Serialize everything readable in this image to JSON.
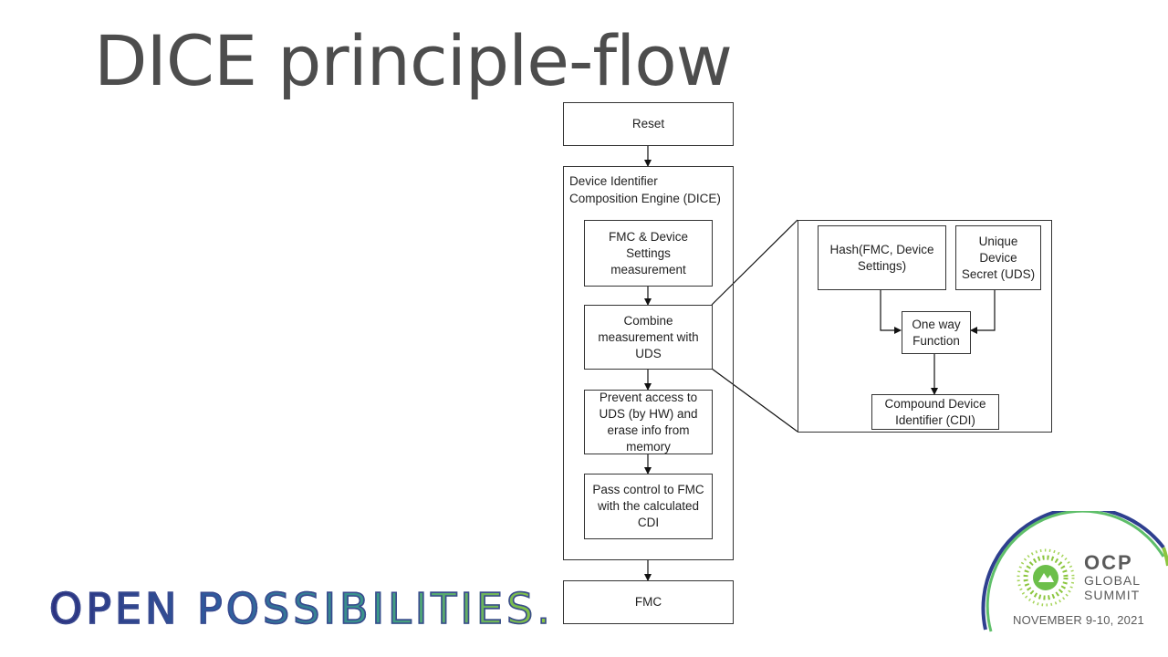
{
  "slide": {
    "title": "DICE principle-flow",
    "tagline": "OPEN POSSIBILITIES."
  },
  "flow": {
    "reset": "Reset",
    "dice_container": "Device Identifier Composition Engine (DICE)",
    "step1": "FMC & Device Settings measurement",
    "step2": "Combine measurement with UDS",
    "step3": "Prevent access to UDS (by HW) and erase info from memory",
    "step4": "Pass control to FMC with the calculated CDI",
    "fmc": "FMC"
  },
  "detail": {
    "hash": "Hash(FMC, Device Settings)",
    "uds": "Unique Device Secret (UDS)",
    "owf": "One way Function",
    "cdi": "Compound Device Identifier (CDI)"
  },
  "logo": {
    "line1": "OCP",
    "line2": "GLOBAL",
    "line3": "SUMMIT",
    "date": "NOVEMBER 9-10, 2021"
  },
  "colors": {
    "title": "#4d4d4d",
    "line": "#333333",
    "tagline_start": "#2b2f7f",
    "tagline_end": "#8cc63f"
  }
}
